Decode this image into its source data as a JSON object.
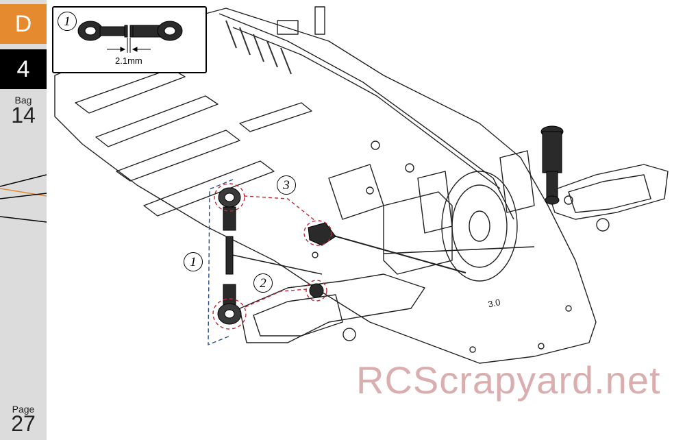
{
  "sidebar": {
    "section": "D",
    "step": "4",
    "bag_label": "Bag",
    "bag_number": "14",
    "page_label": "Page",
    "page_number": "27",
    "section_color": "#e58a2e"
  },
  "inset": {
    "callout": "1",
    "measurement": "2.1mm"
  },
  "callouts": {
    "step1": "1",
    "step2": "2",
    "step3": "3"
  },
  "chassis_marking": "3.0",
  "watermark": "RCScrapyard.net",
  "colors": {
    "dashed_red": "#c0283a",
    "dashed_blue": "#2a4a8a",
    "watermark": "#d4a0a0"
  }
}
